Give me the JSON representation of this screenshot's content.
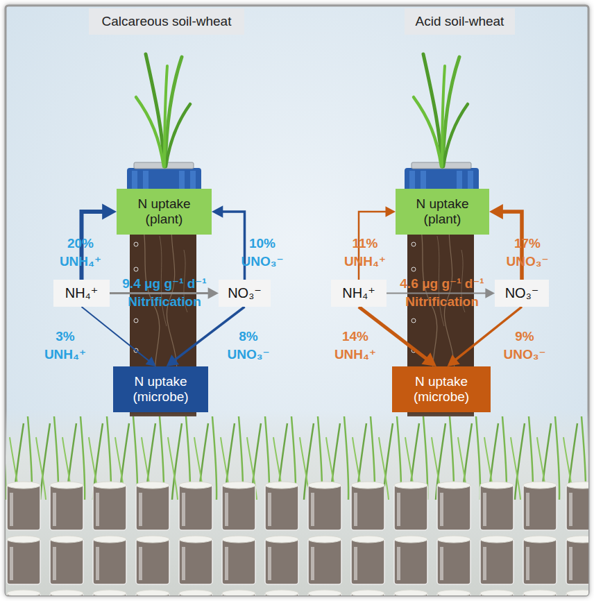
{
  "diagram": {
    "nodes": [
      {
        "text": [
          "Calcareous soil-wheat"
        ]
      },
      {
        "text": [
          "N uptake (plant)"
        ]
      },
      {
        "text": [
          "NH₄⁺"
        ]
      },
      {
        "text": [
          "NO₃⁻"
        ]
      },
      {
        "text": [
          "N uptake (microbe)"
        ]
      },
      {
        "text": [
          "Acid soil-wheat"
        ]
      },
      {
        "text": [
          "N uptake (plant)"
        ]
      },
      {
        "text": [
          "NH₄⁺"
        ]
      },
      {
        "text": [
          "NO₃⁻"
        ]
      },
      {
        "text": [
          "N uptake (microbe)"
        ]
      }
    ],
    "edges": [
      {
        "from": 2,
        "to": 1,
        "label": "20% UNH₄⁺",
        "arrow": "to"
      },
      {
        "from": 3,
        "to": 1,
        "label": "10% UNO₃⁻",
        "arrow": "to"
      },
      {
        "from": 2,
        "to": 3,
        "label": "9.4 μg g⁻¹ d⁻¹ Nitrification",
        "arrow": "to"
      },
      {
        "from": 2,
        "to": 4,
        "label": "3% UNH₄⁺",
        "arrow": "to"
      },
      {
        "from": 3,
        "to": 4,
        "label": "8% UNO₃⁻",
        "arrow": "to"
      },
      {
        "from": 7,
        "to": 6,
        "label": "11% UNH₄⁺",
        "arrow": "to"
      },
      {
        "from": 8,
        "to": 6,
        "label": "17% UNO₃⁻",
        "arrow": "to"
      },
      {
        "from": 7,
        "to": 8,
        "label": "4.6 μg g⁻¹ d⁻¹ Nitrification",
        "arrow": "to"
      },
      {
        "from": 7,
        "to": 9,
        "label": "14% UNH₄⁺",
        "arrow": "to"
      },
      {
        "from": 8,
        "to": 9,
        "label": "9% UNO₃⁻",
        "arrow": "to"
      }
    ]
  }
}
